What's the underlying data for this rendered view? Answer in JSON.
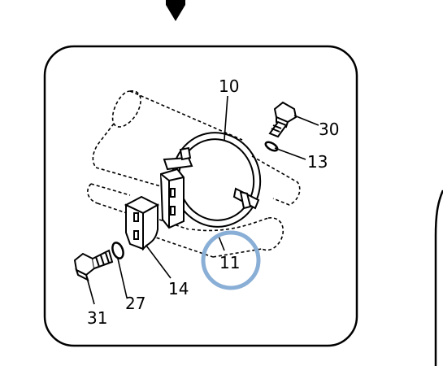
{
  "callouts": {
    "c10": "10",
    "c30": "30",
    "c13": "13",
    "c11": "11",
    "c14": "14",
    "c27": "27",
    "c31": "31"
  },
  "colors": {
    "line": "#000000",
    "highlight_ring": "#8aafd6",
    "background": "#ffffff"
  },
  "highlight": {
    "target_callout": "11"
  }
}
